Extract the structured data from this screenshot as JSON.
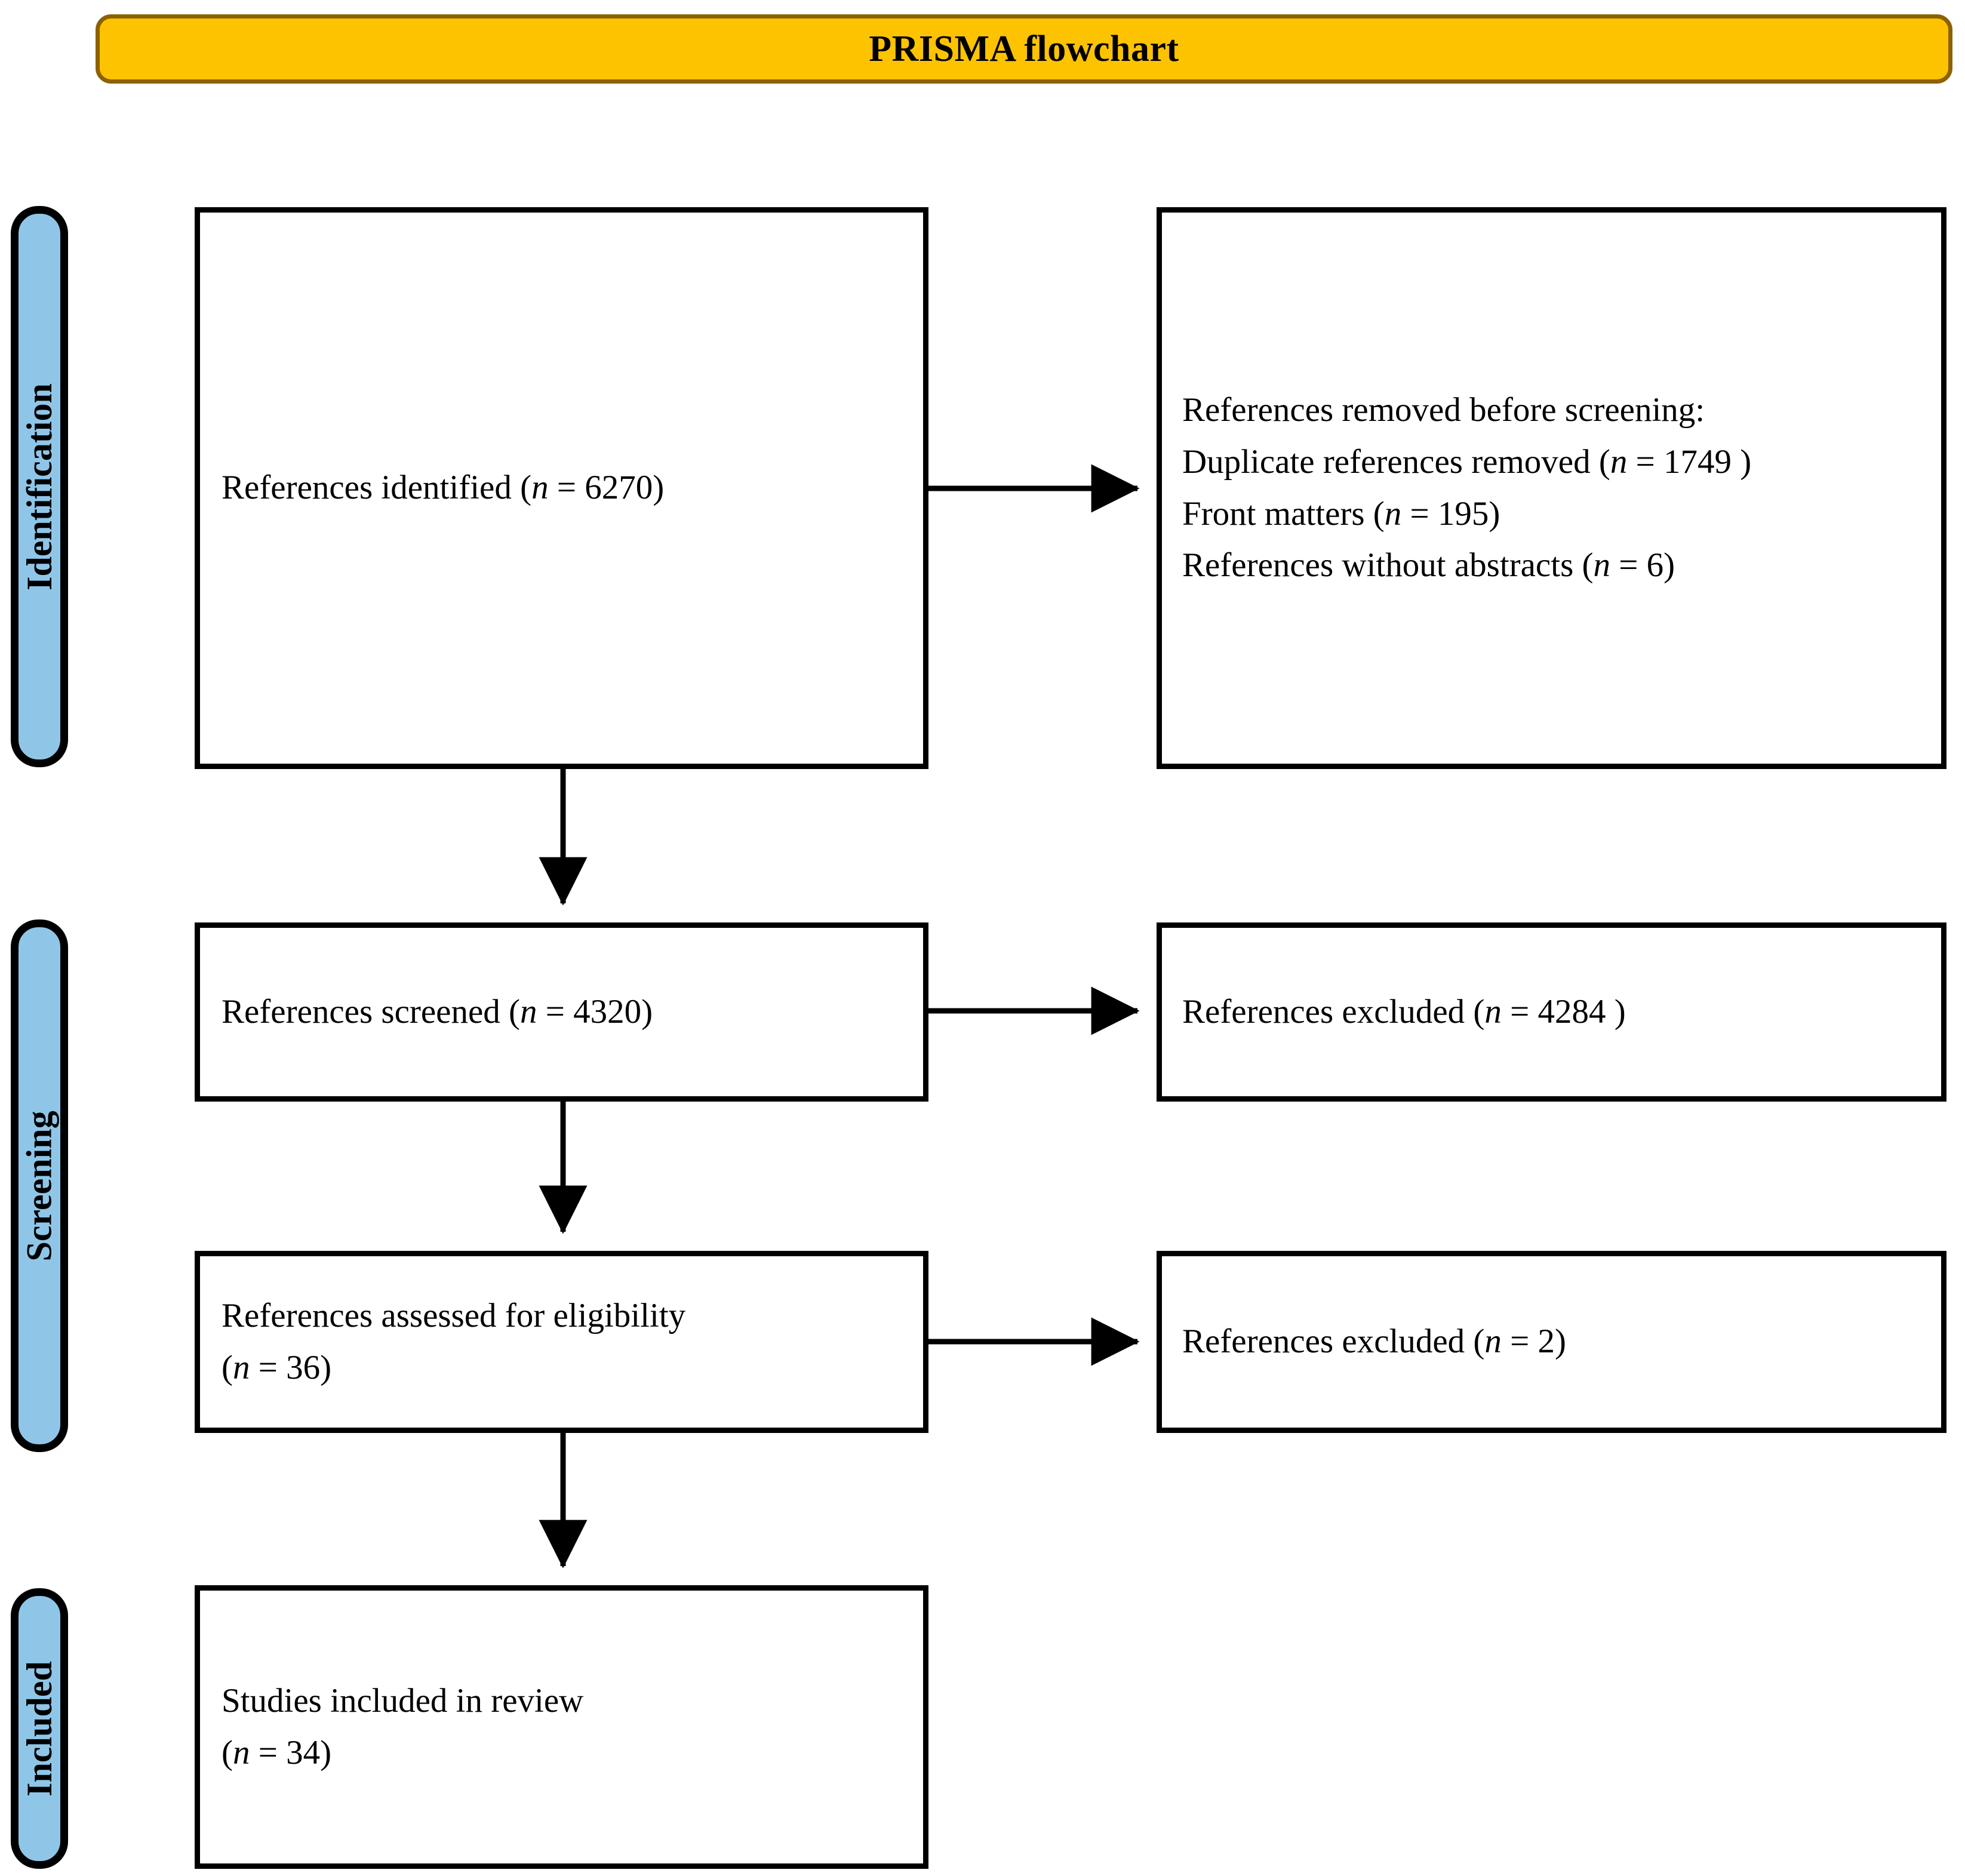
{
  "banner": {
    "title": "PRISMA flowchart",
    "fill": "#FDC300",
    "border": "#8C6100"
  },
  "stages": [
    {
      "id": "identification",
      "label": "Identification",
      "fill": "#8FC6E8"
    },
    {
      "id": "screening",
      "label": "Screening",
      "fill": "#8FC6E8"
    },
    {
      "id": "included",
      "label": "Included",
      "fill": "#8FC6E8"
    }
  ],
  "boxes": {
    "identified": {
      "line1_a": "References identified (",
      "line1_n": "n",
      "line1_b": " = 6270)"
    },
    "removed": {
      "line1": "References removed before screening:",
      "line2_a": "Duplicate references removed (",
      "line2_n": "n",
      "line2_b": " = 1749 )",
      "line3_a": "Front matters (",
      "line3_n": "n",
      "line3_b": " = 195)",
      "line4_a": "References without abstracts (",
      "line4_n": "n",
      "line4_b": " = 6)"
    },
    "screened": {
      "line1_a": "References screened (",
      "line1_n": "n",
      "line1_b": " = 4320)"
    },
    "excluded_screening": {
      "line1_a": "References excluded (",
      "line1_n": "n",
      "line1_b": " = 4284 )"
    },
    "eligibility": {
      "line1": "References assessed for eligibility",
      "line2_a": "(",
      "line2_n": "n",
      "line2_b": " = 36)"
    },
    "excluded_eligibility": {
      "line1_a": "References excluded (",
      "line1_n": "n",
      "line1_b": " = 2)"
    },
    "included": {
      "line1": "Studies included in review",
      "line2_a": "(",
      "line2_n": "n",
      "line2_b": " = 34)"
    }
  },
  "chart_data": {
    "type": "diagram",
    "title": "PRISMA flowchart",
    "stages": [
      "Identification",
      "Screening",
      "Included"
    ],
    "nodes": [
      {
        "id": "identified",
        "stage": "Identification",
        "label": "References identified",
        "n": 6270,
        "column": "left"
      },
      {
        "id": "removed",
        "stage": "Identification",
        "label": "References removed before screening",
        "column": "right",
        "reasons": [
          {
            "label": "Duplicate references removed",
            "n": 1749
          },
          {
            "label": "Front matters",
            "n": 195
          },
          {
            "label": "References without abstracts",
            "n": 6
          }
        ]
      },
      {
        "id": "screened",
        "stage": "Screening",
        "label": "References screened",
        "n": 4320,
        "column": "left"
      },
      {
        "id": "excluded_screening",
        "stage": "Screening",
        "label": "References excluded",
        "n": 4284,
        "column": "right"
      },
      {
        "id": "eligibility",
        "stage": "Screening",
        "label": "References assessed for eligibility",
        "n": 36,
        "column": "left"
      },
      {
        "id": "excluded_eligibility",
        "stage": "Screening",
        "label": "References excluded",
        "n": 2,
        "column": "right"
      },
      {
        "id": "included",
        "stage": "Included",
        "label": "Studies included in review",
        "n": 34,
        "column": "left"
      }
    ],
    "edges": [
      {
        "from": "identified",
        "to": "removed",
        "direction": "right"
      },
      {
        "from": "identified",
        "to": "screened",
        "direction": "down"
      },
      {
        "from": "screened",
        "to": "excluded_screening",
        "direction": "right"
      },
      {
        "from": "screened",
        "to": "eligibility",
        "direction": "down"
      },
      {
        "from": "eligibility",
        "to": "excluded_eligibility",
        "direction": "right"
      },
      {
        "from": "eligibility",
        "to": "included",
        "direction": "down"
      }
    ]
  }
}
